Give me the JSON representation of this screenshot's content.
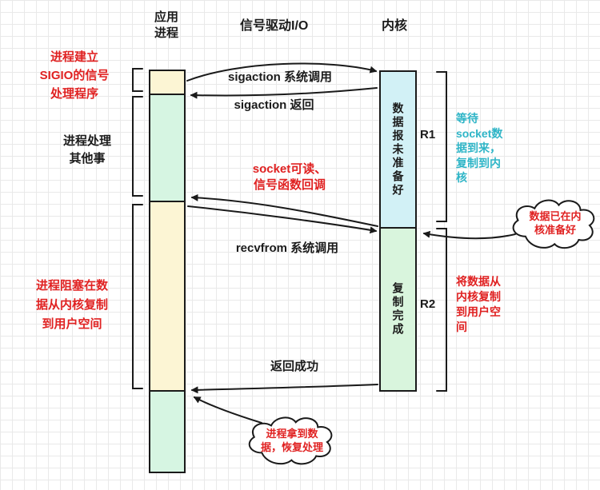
{
  "header": {
    "app_process": "应用\n进程",
    "title": "信号驱动I/O",
    "kernel": "内核"
  },
  "process_annotations": {
    "setup_sigio": "进程建立\nSIGIO的信号\n处理程序",
    "other_work": "进程处理\n其他事",
    "blocked": "进程阻塞在数\n据从内核复制\n到用户空间"
  },
  "arrows": {
    "sigaction_call": "sigaction 系统调用",
    "sigaction_return": "sigaction 返回",
    "socket_callback": "socket可读、\n信号函数回调",
    "recvfrom_call": "recvfrom 系统调用",
    "return_success": "返回成功"
  },
  "kernel_states": {
    "not_ready": "数据报未准备好",
    "copy_done": "复制完成"
  },
  "phases": {
    "r1_label": "R1",
    "r2_label": "R2",
    "r1_note": "等待\nsocket数\n据到来，\n复制到内\n核",
    "r2_note": "将数据从\n内核复制\n到用户空\n间"
  },
  "callouts": {
    "data_ready": "数据已在内\n核准备好",
    "resume": "进程拿到数\n据，恢复处理"
  },
  "colors": {
    "red_text": "#e02222",
    "teal_text": "#2fb5c7",
    "yellow_segment": "#fcf5d4",
    "green_segment": "#d6f5e2",
    "blue_segment": "#d2f1f6",
    "kernel_green_segment": "#d9f5dd",
    "outline": "#1a1a1a",
    "grid": "#e9e9e9"
  }
}
